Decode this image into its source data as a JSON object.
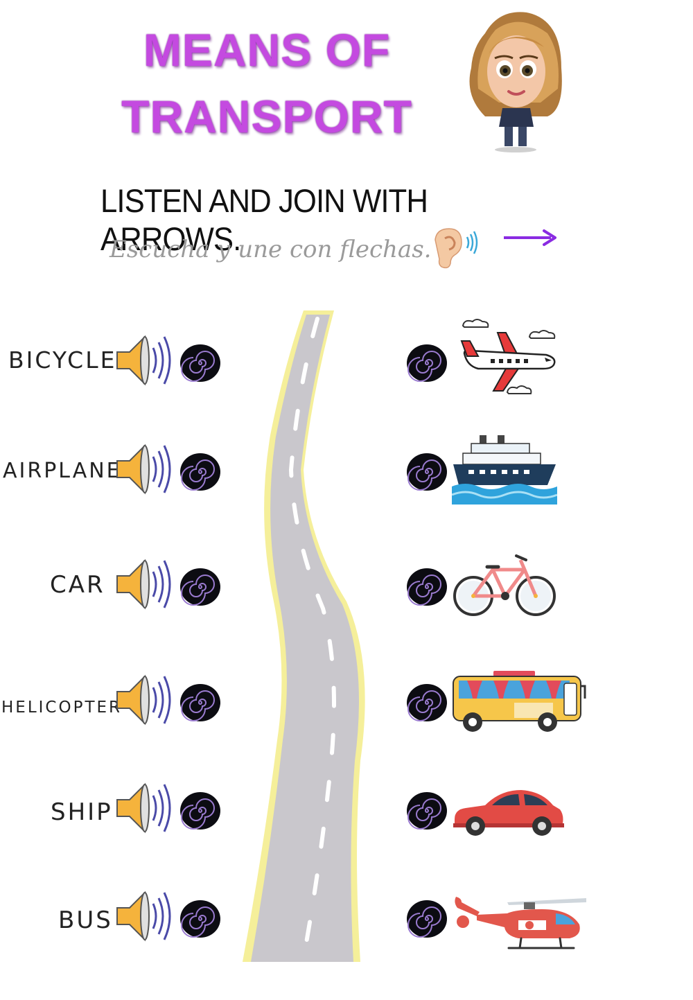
{
  "header": {
    "title_line1": "MEANS OF",
    "title_line2": "TRANSPORT",
    "instruction": "LISTEN AND JOIN WITH ARROWS.",
    "instruction_es": "Escucha y une con flechas."
  },
  "words": [
    {
      "label": "BICYCLE"
    },
    {
      "label": "AIRPLANE"
    },
    {
      "label": "CAR"
    },
    {
      "label": "HELICOPTER"
    },
    {
      "label": "SHIP"
    },
    {
      "label": "BUS"
    }
  ],
  "pictures": [
    "airplane",
    "ship",
    "bicycle",
    "bus",
    "car",
    "helicopter"
  ],
  "colors": {
    "title": "#c44ae0",
    "arrow": "#8a2be2",
    "road": "#c9c7cc",
    "road_edge": "#f5ef9a"
  }
}
